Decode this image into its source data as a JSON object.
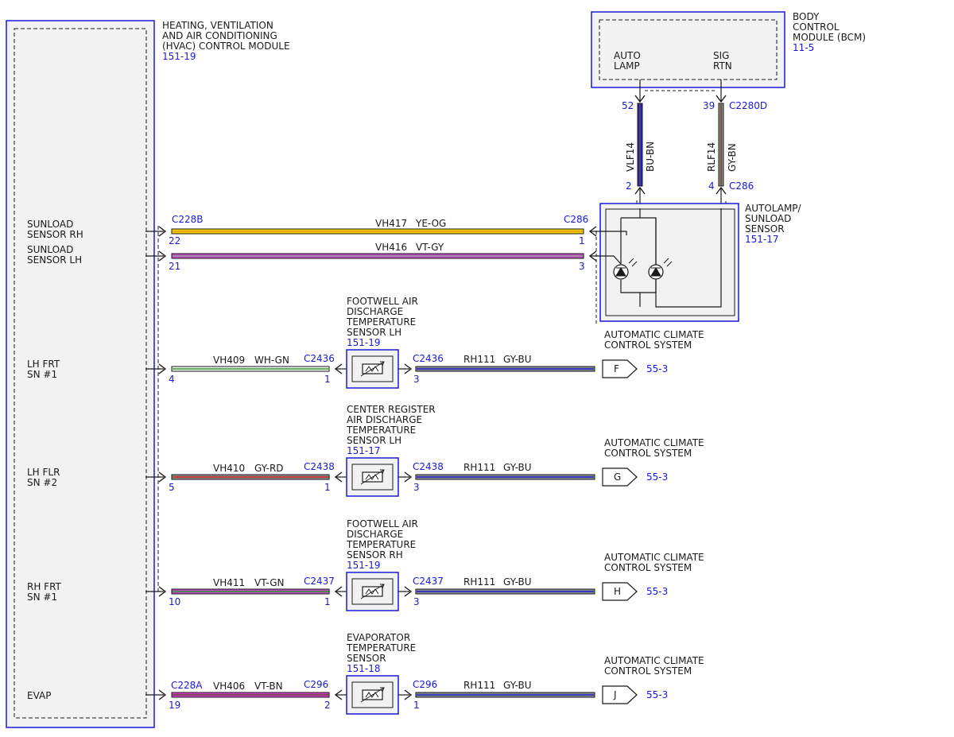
{
  "hvac": {
    "title": [
      "HEATING, VENTILATION",
      "AND AIR CONDITIONING",
      "(HVAC) CONTROL MODULE"
    ],
    "ref": "151-19",
    "pins": [
      {
        "lines": [
          "SUNLOAD",
          "SENSOR RH"
        ]
      },
      {
        "lines": [
          "SUNLOAD",
          "SENSOR LH"
        ]
      },
      {
        "lines": [
          "LH FRT",
          "SN #1"
        ]
      },
      {
        "lines": [
          "LH FLR",
          "SN #2"
        ]
      },
      {
        "lines": [
          "RH FRT",
          "SN #1"
        ]
      },
      {
        "lines": [
          "EVAP"
        ]
      }
    ]
  },
  "bcm": {
    "title": [
      "BODY",
      "CONTROL",
      "MODULE (BCM)"
    ],
    "ref": "11-5",
    "pin_left": [
      "AUTO",
      "LAMP"
    ],
    "pin_right": [
      "SIG",
      "RTN"
    ]
  },
  "bcm_wires": {
    "left": {
      "pin_top": "52",
      "circuit": "VLF14",
      "color": "BU-BN",
      "pin_bottom": "2",
      "colors": [
        "#1e22c8",
        "#6b4a2a"
      ]
    },
    "right": {
      "pin_top": "39",
      "circuit": "RLF14",
      "color": "GY-BN",
      "pin_bottom": "4",
      "colors": [
        "#8a8a8a",
        "#6b4a2a"
      ]
    },
    "connector_top": "C2280D",
    "connector_bottom": "C286"
  },
  "autolamp": {
    "title": [
      "AUTOLAMP/",
      "SUNLOAD",
      "SENSOR"
    ],
    "ref": "151-17"
  },
  "sunload_wires": [
    {
      "connector_left": "C228B",
      "pin_left": "22",
      "circuit": "VH417",
      "color": "YE-OG",
      "connector_right": "C286",
      "pin_right": "1",
      "colors": [
        "#f5d400",
        "#e8961e"
      ]
    },
    {
      "pin_left": "21",
      "circuit": "VH416",
      "color": "VT-GY",
      "pin_right": "3",
      "colors": [
        "#c04ac0",
        "#9a9a9a"
      ]
    }
  ],
  "sensor_rows": [
    {
      "sensor_title": [
        "FOOTWELL AIR",
        "DISCHARGE",
        "TEMPERATURE",
        "SENSOR LH"
      ],
      "sensor_ref": "151-19",
      "pin_hvac": "4",
      "circuit_left": "VH409",
      "color_left": "WH-GN",
      "connector_left": "C2436",
      "pin_sensor_left": "1",
      "connector_right": "C2436",
      "pin_sensor_right": "3",
      "circuit_right": "RH111",
      "color_right": "GY-BU",
      "dest_title": [
        "AUTOMATIC CLIMATE",
        "CONTROL SYSTEM"
      ],
      "dest_letter": "F",
      "dest_ref": "55-3",
      "colors_left": [
        "#f2f2f2",
        "#2e9a2e"
      ]
    },
    {
      "sensor_title": [
        "CENTER REGISTER",
        "AIR DISCHARGE",
        "TEMPERATURE",
        "SENSOR LH"
      ],
      "sensor_ref": "151-17",
      "pin_hvac": "5",
      "circuit_left": "VH410",
      "color_left": "GY-RD",
      "connector_left": "C2438",
      "pin_sensor_left": "1",
      "connector_right": "C2438",
      "pin_sensor_right": "3",
      "circuit_right": "RH111",
      "color_right": "GY-BU",
      "dest_title": [
        "AUTOMATIC CLIMATE",
        "CONTROL SYSTEM"
      ],
      "dest_letter": "G",
      "dest_ref": "55-3",
      "colors_left": [
        "#8a8a8a",
        "#d62020"
      ]
    },
    {
      "sensor_title": [
        "FOOTWELL AIR",
        "DISCHARGE",
        "TEMPERATURE",
        "SENSOR RH"
      ],
      "sensor_ref": "151-19",
      "pin_hvac": "10",
      "circuit_left": "VH411",
      "color_left": "VT-GN",
      "connector_left": "C2437",
      "pin_sensor_left": "1",
      "connector_right": "C2437",
      "pin_sensor_right": "3",
      "circuit_right": "RH111",
      "color_right": "GY-BU",
      "dest_title": [
        "AUTOMATIC CLIMATE",
        "CONTROL SYSTEM"
      ],
      "dest_letter": "H",
      "dest_ref": "55-3",
      "colors_left": [
        "#c04ac0",
        "#2e9a2e"
      ]
    },
    {
      "sensor_title": [
        "EVAPORATOR",
        "TEMPERATURE",
        "SENSOR"
      ],
      "sensor_ref": "151-18",
      "pin_hvac": "19",
      "connector_hvac": "C228A",
      "circuit_left": "VH406",
      "color_left": "VT-BN",
      "connector_left": "C296",
      "pin_sensor_left": "2",
      "connector_right": "C296",
      "pin_sensor_right": "1",
      "circuit_right": "RH111",
      "color_right": "GY-BU",
      "dest_title": [
        "AUTOMATIC CLIMATE",
        "CONTROL SYSTEM"
      ],
      "dest_letter": "J",
      "dest_ref": "55-3",
      "colors_left": [
        "#d03cc8",
        "#6b4a2a"
      ]
    }
  ],
  "wire_colors": {
    "gy_bu": [
      "#8a8a8a",
      "#1e22c8"
    ],
    "outline": "#1a1a1a",
    "module_border": "#1a1ad6",
    "module_fill": "#f2f2f2",
    "ref_text": "#1a1ad6"
  }
}
